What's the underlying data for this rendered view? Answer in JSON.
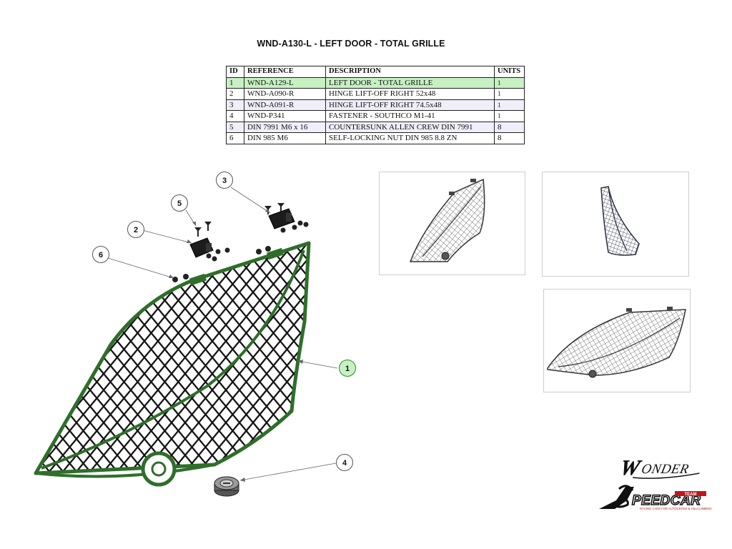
{
  "title": "WND-A130-L - LEFT DOOR - TOTAL GRILLE",
  "bom": {
    "headers": [
      "ID",
      "REFERENCE",
      "DESCRIPTION",
      "UNITS"
    ],
    "rows": [
      {
        "id": "1",
        "reference": "WND-A129-L",
        "description": "LEFT DOOR - TOTAL GRILLE",
        "units": "1",
        "highlight": true
      },
      {
        "id": "2",
        "reference": "WND-A090-R",
        "description": "HINGE LIFT-OFF RIGHT 52x48",
        "units": "1"
      },
      {
        "id": "3",
        "reference": "WND-A091-R",
        "description": "HINGE LIFT-OFF RIGHT 74.5x48",
        "units": "1"
      },
      {
        "id": "4",
        "reference": "WND-P341",
        "description": "FASTENER - SOUTHCO M1-41",
        "units": "1"
      },
      {
        "id": "5",
        "reference": "DIN 7991 M6 x 16",
        "description": "COUNTERSUNK ALLEN CREW DIN 7991",
        "units": "8"
      },
      {
        "id": "6",
        "reference": "DIN 985 M6",
        "description": "SELF-LOCKING NUT DIN 985 8.8 ZN",
        "units": "8"
      }
    ]
  },
  "callouts": [
    {
      "label": "1",
      "highlight": true
    },
    {
      "label": "2"
    },
    {
      "label": "3"
    },
    {
      "label": "4"
    },
    {
      "label": "5"
    },
    {
      "label": "6"
    }
  ],
  "brand": {
    "wonder_logo": "WONDER",
    "speedcar_logo": "SPEEDCAR",
    "speedcar_tagline": "RACING CARS FOR AUTOCROSS & HILLCLIMBING"
  },
  "colors": {
    "part_green": "#2e6e2a",
    "highlight_green": "#c7f0c3",
    "logo_red": "#c0161d"
  }
}
